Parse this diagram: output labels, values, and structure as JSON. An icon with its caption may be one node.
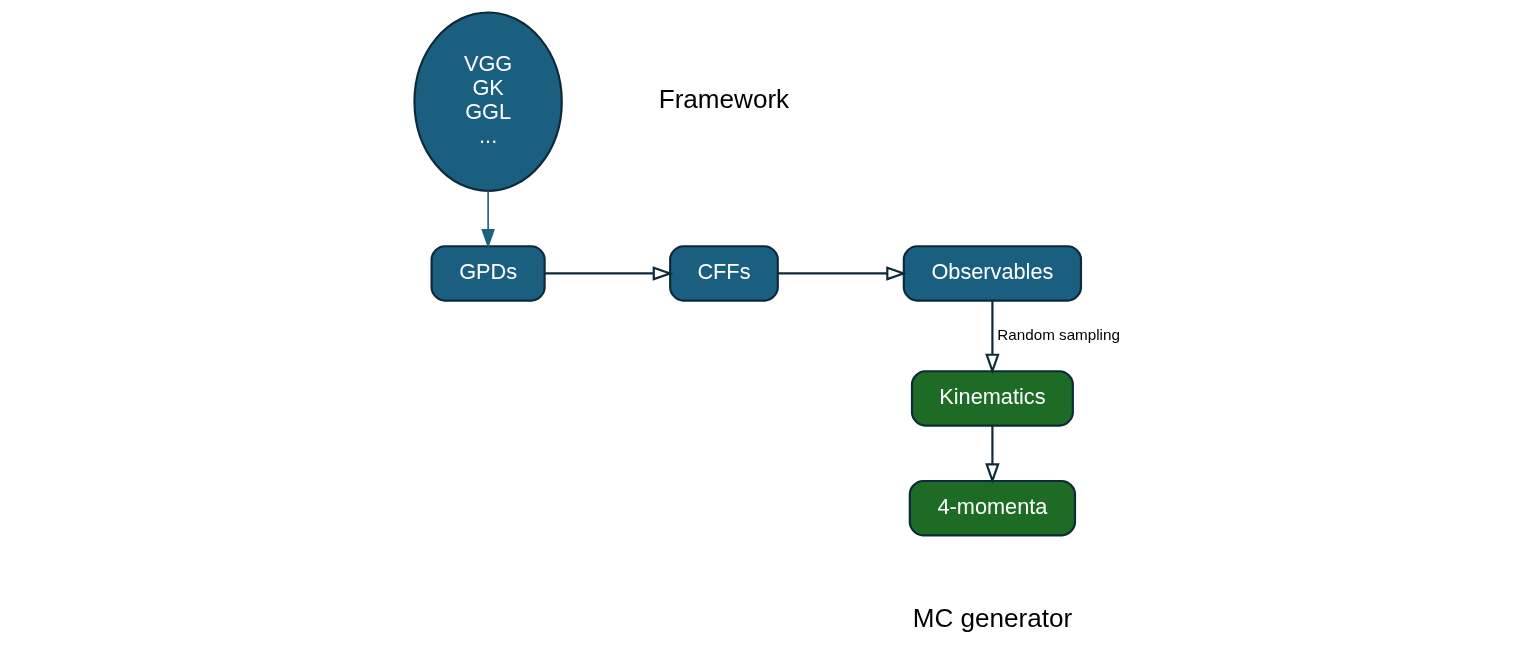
{
  "diagram": {
    "nodes": [
      {
        "text": [
          "VGG GK GGL ..."
        ]
      },
      {
        "text": [
          "GPDs"
        ]
      },
      {
        "text": [
          "CFFs"
        ]
      },
      {
        "text": [
          "Observables"
        ]
      },
      {
        "text": [
          "Kinematics"
        ]
      },
      {
        "text": [
          "4-momenta"
        ]
      }
    ],
    "edges": [
      {
        "from": 0,
        "to": 1,
        "arrow": "to",
        "color": "#1f5f7f"
      },
      {
        "from": 1,
        "to": 2,
        "arrow": "to"
      },
      {
        "from": 2,
        "to": 3,
        "arrow": "to"
      },
      {
        "from": 3,
        "to": 4,
        "arrow": "to",
        "label": "Random sampling"
      },
      {
        "from": 4,
        "to": 5,
        "arrow": "to"
      }
    ],
    "labels": [
      "Framework",
      "MC generator"
    ]
  }
}
